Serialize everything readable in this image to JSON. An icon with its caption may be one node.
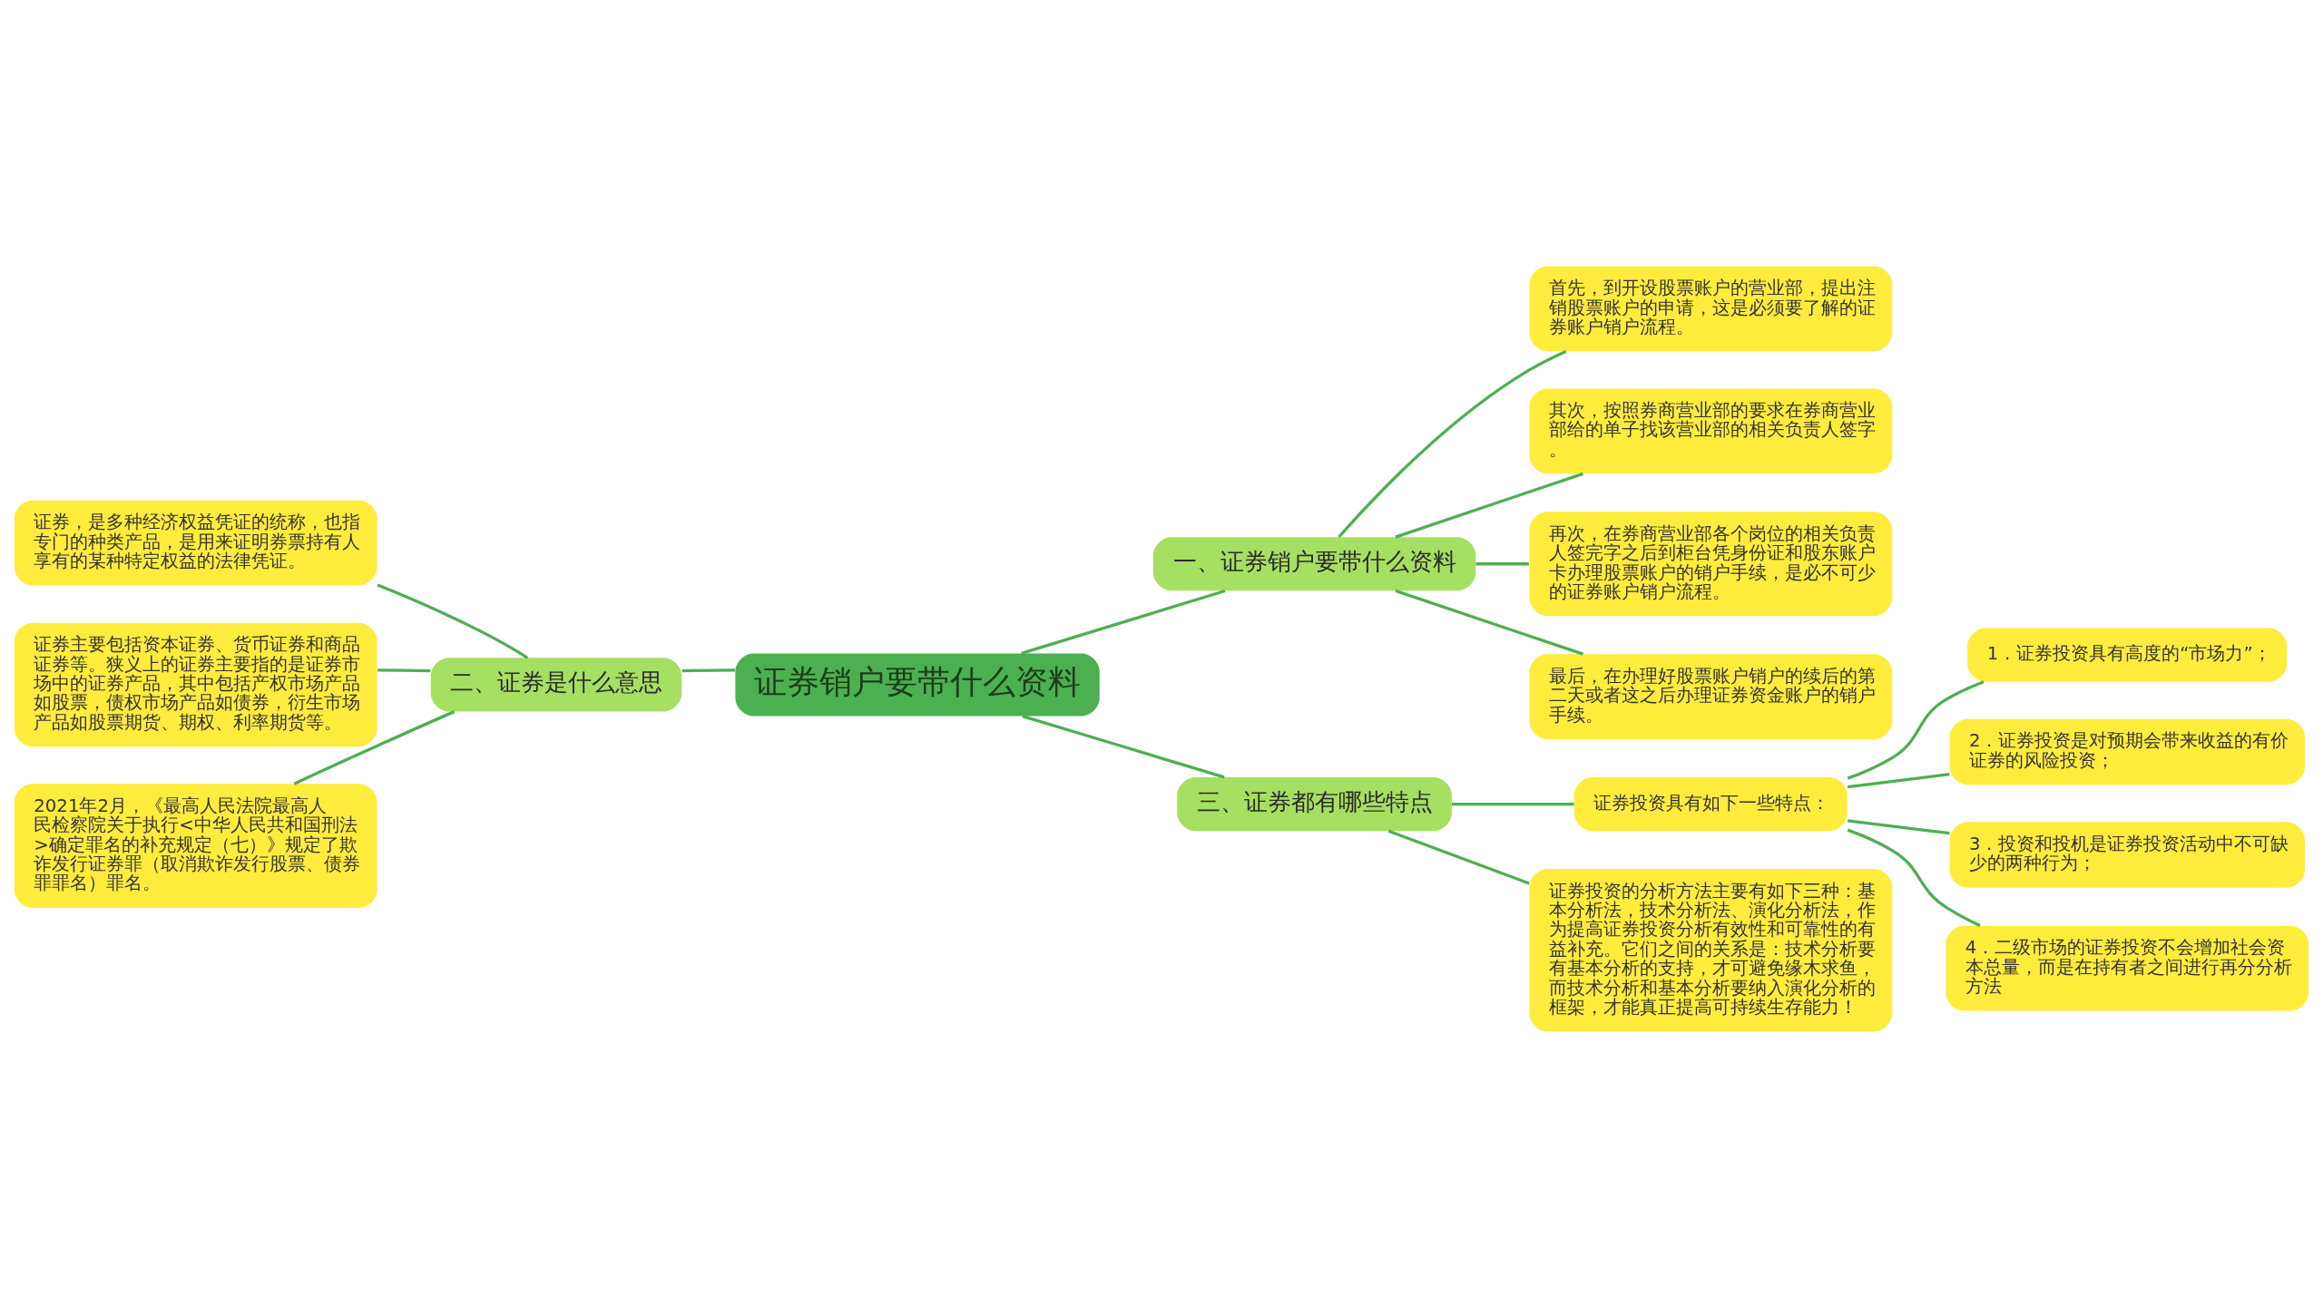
{
  "diagram": {
    "nodes": [
      {
        "text": [
          "证券销户要带什么资料"
        ]
      },
      {
        "text": [
          "一、证券销户要带什么资料"
        ]
      },
      {
        "text": [
          "首先，到开设股票账户的营业部，提出注销股票账户的申请，这是必须要了解的证券账户销户流程。"
        ]
      },
      {
        "text": [
          "其次，按照券商营业部的要求在券商营业部给的单子找该营业部的相关负责人签字。"
        ]
      },
      {
        "text": [
          "再次，在券商营业部各个岗位的相关负责人签完字之后到柜台凭身份证和股东账户卡办理股票账户的销户手续，是必不可少的证券账户销户流程。"
        ]
      },
      {
        "text": [
          "最后，在办理好股票账户销户的续后的第二天或者这之后办理证券资金账户的销户手续。"
        ]
      },
      {
        "text": [
          "二、证券是什么意思"
        ]
      },
      {
        "text": [
          "证券，是多种经济权益凭证的统称，也指专门的种类产品，是用来证明券票持有人享有的某种特定权益的法律凭证。"
        ]
      },
      {
        "text": [
          "证券主要包括资本证券、货币证券和商品证券等。狭义上的证券主要指的是证券市场中的证券产品，其中包括产权市场产品如股票，债权市场产品如债券，衍生市场产品如股票期货、期权、利率期货等。"
        ]
      },
      {
        "text": [
          "2021年2月，《最高人民法院最高人民检察院关于执行<中华人民共和国刑法>确定罪名的补充规定（七）》规定了欺诈发行证券罪（取消欺诈发行股票、债券罪罪名）罪名。"
        ]
      },
      {
        "text": [
          "三、证券都有哪些特点"
        ]
      },
      {
        "text": [
          "证券投资具有如下一些特点："
        ]
      },
      {
        "text": [
          "1．证券投资具有高度的“市场力”；"
        ]
      },
      {
        "text": [
          "2．证券投资是对预期会带来收益的有价证券的风险投资；"
        ]
      },
      {
        "text": [
          "3．投资和投机是证券投资活动中不可缺少的两种行为；"
        ]
      },
      {
        "text": [
          "4．二级市场的证券投资不会增加社会资本总量，而是在持有者之间进行再分分析方法"
        ]
      },
      {
        "text": [
          "证券投资的分析方法主要有如下三种：基本分析法，技术分析法、演化分析法，作为提高证券投资分析有效性和可靠性的有益补充。它们之间的关系是：技术分析要有基本分析的支持，才可避免缘木求鱼，而技术分析和基本分析要纳入演化分析的框架，才能真正提高可持续生存能力！"
        ]
      }
    ],
    "edges": [
      {
        "from": 0,
        "to": 1,
        "arrow": "none"
      },
      {
        "from": 1,
        "to": 2,
        "arrow": "none"
      },
      {
        "from": 1,
        "to": 3,
        "arrow": "none"
      },
      {
        "from": 1,
        "to": 4,
        "arrow": "none"
      },
      {
        "from": 1,
        "to": 5,
        "arrow": "none"
      },
      {
        "from": 0,
        "to": 6,
        "arrow": "none"
      },
      {
        "from": 6,
        "to": 7,
        "arrow": "none"
      },
      {
        "from": 6,
        "to": 8,
        "arrow": "none"
      },
      {
        "from": 6,
        "to": 9,
        "arrow": "none"
      },
      {
        "from": 0,
        "to": 10,
        "arrow": "none"
      },
      {
        "from": 10,
        "to": 11,
        "arrow": "none"
      },
      {
        "from": 11,
        "to": 12,
        "arrow": "none"
      },
      {
        "from": 11,
        "to": 13,
        "arrow": "none"
      },
      {
        "from": 11,
        "to": 14,
        "arrow": "none"
      },
      {
        "from": 11,
        "to": 15,
        "arrow": "none"
      },
      {
        "from": 10,
        "to": 16,
        "arrow": "none"
      }
    ]
  }
}
